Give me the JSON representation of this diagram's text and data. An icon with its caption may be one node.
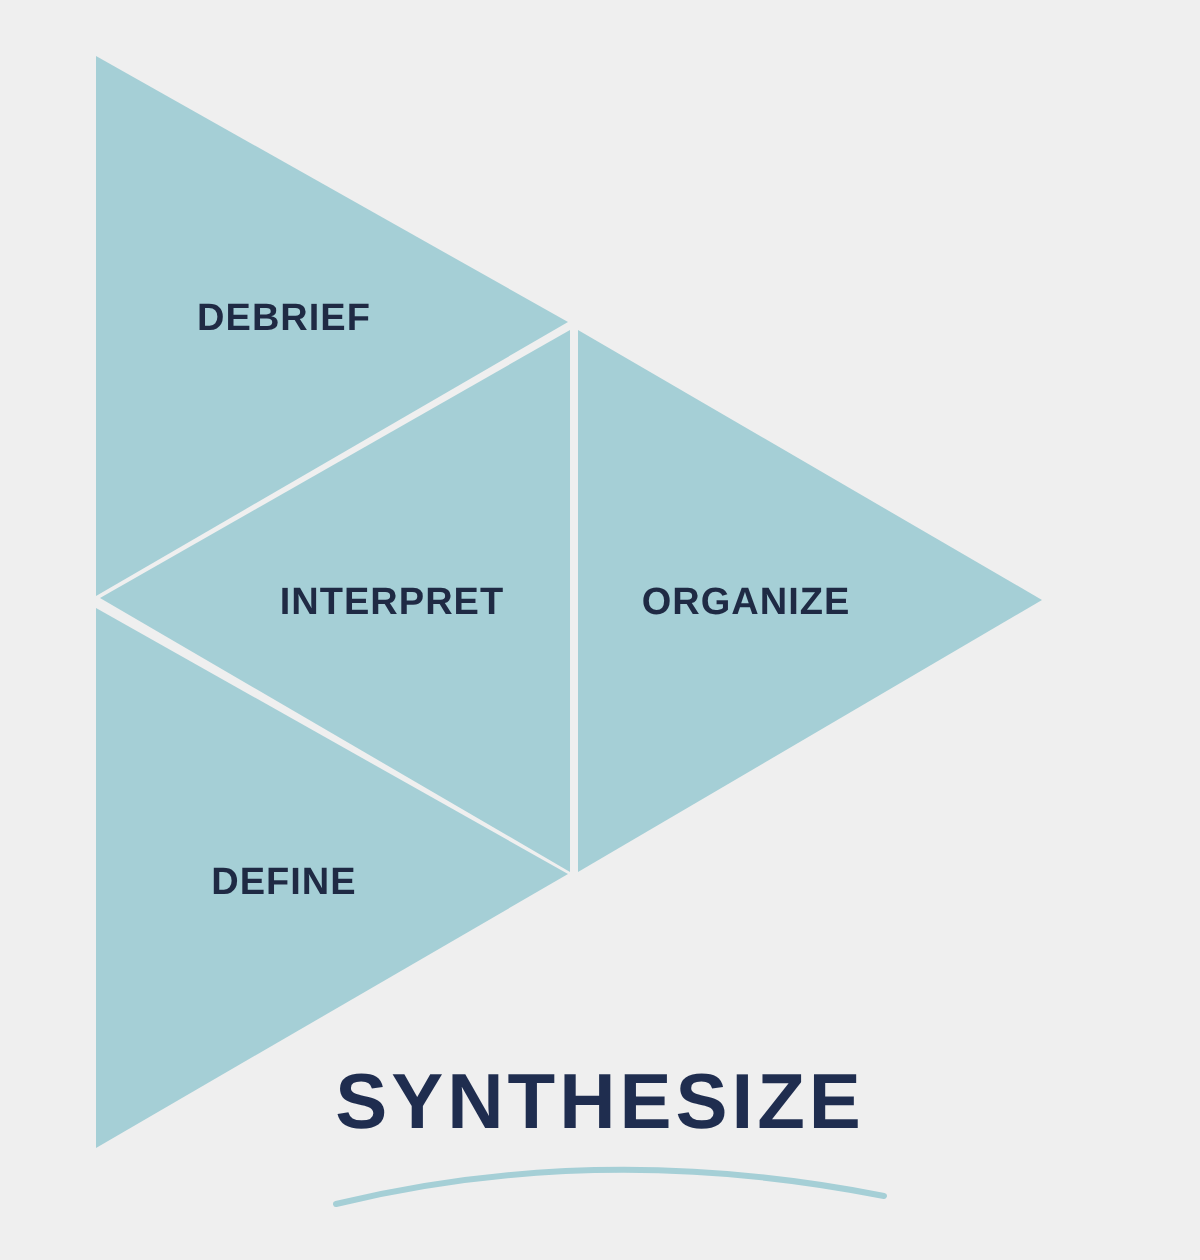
{
  "diagram": {
    "title": "SYNTHESIZE",
    "nodes": [
      {
        "text": [
          "DEBRIEF"
        ]
      },
      {
        "text": [
          "INTERPRET"
        ]
      },
      {
        "text": [
          "ORGANIZE"
        ]
      },
      {
        "text": [
          "DEFINE"
        ]
      }
    ]
  }
}
